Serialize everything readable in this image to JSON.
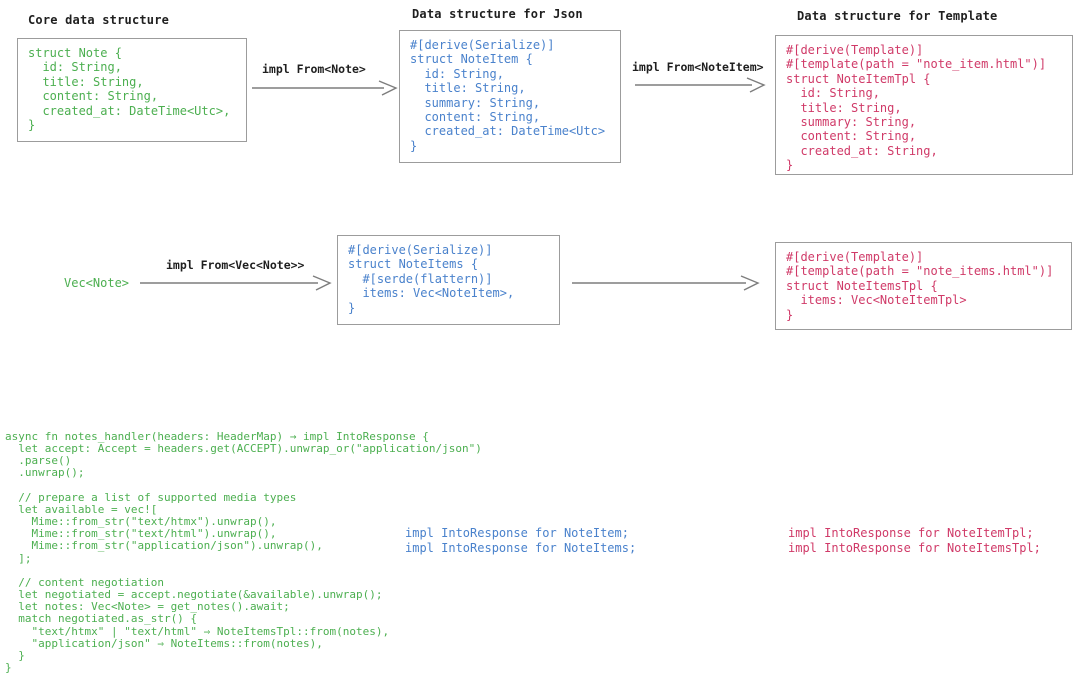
{
  "palette": {
    "green": "#4CAF50",
    "blue": "#4a82cc",
    "red": "#d03a68",
    "ink": "#1f1f1f",
    "border": "#9c9c9c",
    "arrow": "#7d7d7d"
  },
  "row1": {
    "core": {
      "title": "Core data structure",
      "code": "struct Note {\n  id: String,\n  title: String,\n  content: String,\n  created_at: DateTime<Utc>,\n}"
    },
    "arrow_note_label": "impl From<Note>",
    "json": {
      "title": "Data structure for Json",
      "code": "#[derive(Serialize)]\nstruct NoteItem {\n  id: String,\n  title: String,\n  summary: String,\n  content: String,\n  created_at: DateTime<Utc>\n}"
    },
    "arrow_noteitem_label": "impl From<NoteItem>",
    "template": {
      "title": "Data structure for Template",
      "code": "#[derive(Template)]\n#[template(path = \"note_item.html\")]\nstruct NoteItemTpl {\n  id: String,\n  title: String,\n  summary: String,\n  content: String,\n  created_at: String,\n}"
    }
  },
  "row2": {
    "vec_label": "Vec<Note>",
    "arrow_vec_label": "impl From<Vec<Note>>",
    "json_code": "#[derive(Serialize)]\nstruct NoteItems {\n  #[serde(flattern)]\n  items: Vec<NoteItem>,\n}",
    "template_code": "#[derive(Template)]\n#[template(path = \"note_items.html\")]\nstruct NoteItemsTpl {\n  items: Vec<NoteItemTpl>\n}"
  },
  "bottom": {
    "handler_code": "async fn notes_handler(headers: HeaderMap) → impl IntoResponse {\n  let accept: Accept = headers.get(ACCEPT).unwrap_or(\"application/json\")\n  .parse()\n  .unwrap();\n\n  // prepare a list of supported media types\n  let available = vec![\n    Mime::from_str(\"text/htmx\").unwrap(),\n    Mime::from_str(\"text/html\").unwrap(),\n    Mime::from_str(\"application/json\").unwrap(),\n  ];\n\n  // content negotiation\n  let negotiated = accept.negotiate(&available).unwrap();\n  let notes: Vec<Note> = get_notes().await;\n  match negotiated.as_str() {\n    \"text/htmx\" | \"text/html\" ⇒ NoteItemsTpl::from(notes),\n    \"application/json\" ⇒ NoteItems::from(notes),\n  }\n}",
    "impl_json": "impl IntoResponse for NoteItem;\nimpl IntoResponse for NoteItems;",
    "impl_template": "impl IntoResponse for NoteItemTpl;\nimpl IntoResponse for NoteItemsTpl;"
  }
}
